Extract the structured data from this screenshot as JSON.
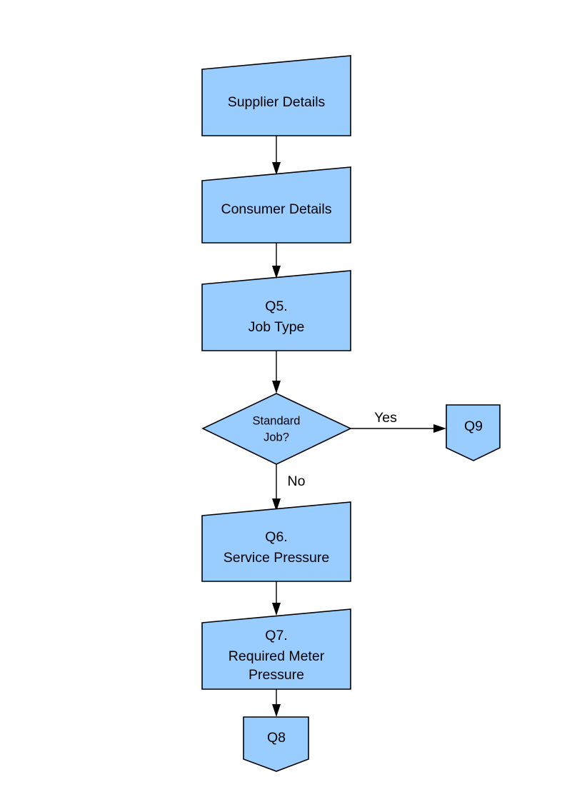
{
  "diagram": {
    "title": "Gas Job Questionnaire Flow",
    "type": "flowchart",
    "orientation": "top-to-bottom",
    "colors": {
      "node_fill": "#99ccff",
      "node_stroke": "#000000",
      "background": "#ffffff",
      "text": "#000000"
    },
    "nodes": [
      {
        "id": "supplier-details",
        "shape": "slanted-top-box",
        "lines": [
          "Supplier Details"
        ],
        "text": "Supplier Details"
      },
      {
        "id": "consumer-details",
        "shape": "slanted-top-box",
        "lines": [
          "Consumer Details"
        ],
        "text": "Consumer Details"
      },
      {
        "id": "q5-job-type",
        "shape": "slanted-top-box",
        "lines": [
          "Q5.",
          "Job Type"
        ],
        "text": "Q5. Job Type"
      },
      {
        "id": "standard-job-decision",
        "shape": "diamond",
        "lines": [
          "Standard",
          "Job?"
        ],
        "text": "Standard Job?"
      },
      {
        "id": "q9",
        "shape": "pentagon-point-down",
        "lines": [
          "Q9"
        ],
        "text": "Q9"
      },
      {
        "id": "q6-service-pressure",
        "shape": "slanted-top-box",
        "lines": [
          "Q6.",
          "Service Pressure"
        ],
        "text": "Q6. Service Pressure"
      },
      {
        "id": "q7-required-meter-pressure",
        "shape": "slanted-top-box",
        "lines": [
          "Q7.",
          "Required Meter",
          "Pressure"
        ],
        "text": "Q7. Required Meter Pressure"
      },
      {
        "id": "q8",
        "shape": "pentagon-point-down",
        "lines": [
          "Q8"
        ],
        "text": "Q8"
      }
    ],
    "edges": [
      {
        "id": "e1",
        "from": "supplier-details",
        "to": "consumer-details",
        "label": ""
      },
      {
        "id": "e2",
        "from": "consumer-details",
        "to": "q5-job-type",
        "label": ""
      },
      {
        "id": "e3",
        "from": "q5-job-type",
        "to": "standard-job-decision",
        "label": ""
      },
      {
        "id": "e4",
        "from": "standard-job-decision",
        "to": "q9",
        "label": "Yes"
      },
      {
        "id": "e5",
        "from": "standard-job-decision",
        "to": "q6-service-pressure",
        "label": "No"
      },
      {
        "id": "e6",
        "from": "q6-service-pressure",
        "to": "q7-required-meter-pressure",
        "label": ""
      },
      {
        "id": "e7",
        "from": "q7-required-meter-pressure",
        "to": "q8",
        "label": ""
      }
    ],
    "labels": {
      "supplier_details": "Supplier Details",
      "consumer_details": "Consumer Details",
      "q5_line1": "Q5.",
      "q5_line2": "Job Type",
      "decision_line1": "Standard",
      "decision_line2": "Job?",
      "q9": "Q9",
      "q6_line1": "Q6.",
      "q6_line2": "Service Pressure",
      "q7_line1": "Q7.",
      "q7_line2": "Required Meter",
      "q7_line3": "Pressure",
      "q8": "Q8",
      "edge_yes": "Yes",
      "edge_no": "No"
    }
  }
}
